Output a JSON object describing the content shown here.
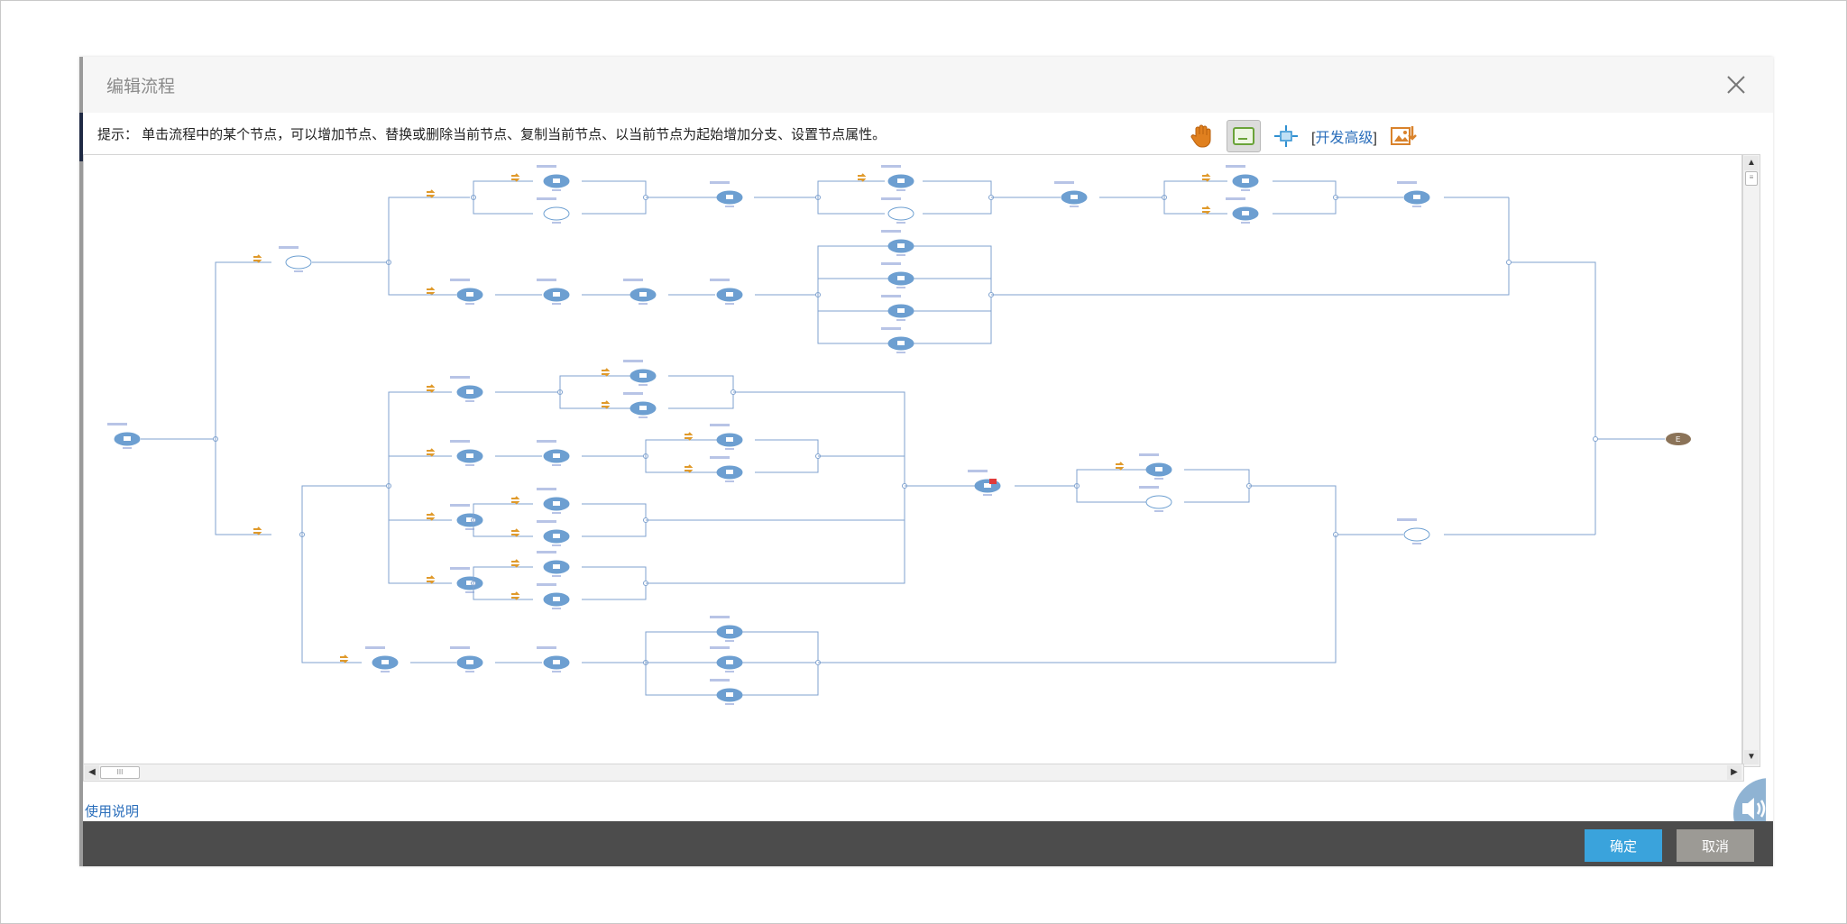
{
  "dialog": {
    "title": "编辑流程",
    "hint": "提示： 单击流程中的某个节点，可以增加节点、替换或删除当前节点、复制当前节点、以当前节点为起始增加分支、设置节点属性。",
    "dev_link_open": "[",
    "dev_link": "开发高级",
    "dev_link_close": "]",
    "help": "使用说明",
    "ok_label": "确定",
    "cancel_label": "取消",
    "toolbar_icons": [
      "hand-icon",
      "fit-icon",
      "center-icon",
      "image-export-icon"
    ],
    "colors": {
      "accent": "#3aa3dc",
      "footer": "#4c4c4c",
      "node": "#6d9fd1",
      "line": "#7fa2cf",
      "branch": "#e09a2b",
      "end": "#8b7358"
    }
  }
}
